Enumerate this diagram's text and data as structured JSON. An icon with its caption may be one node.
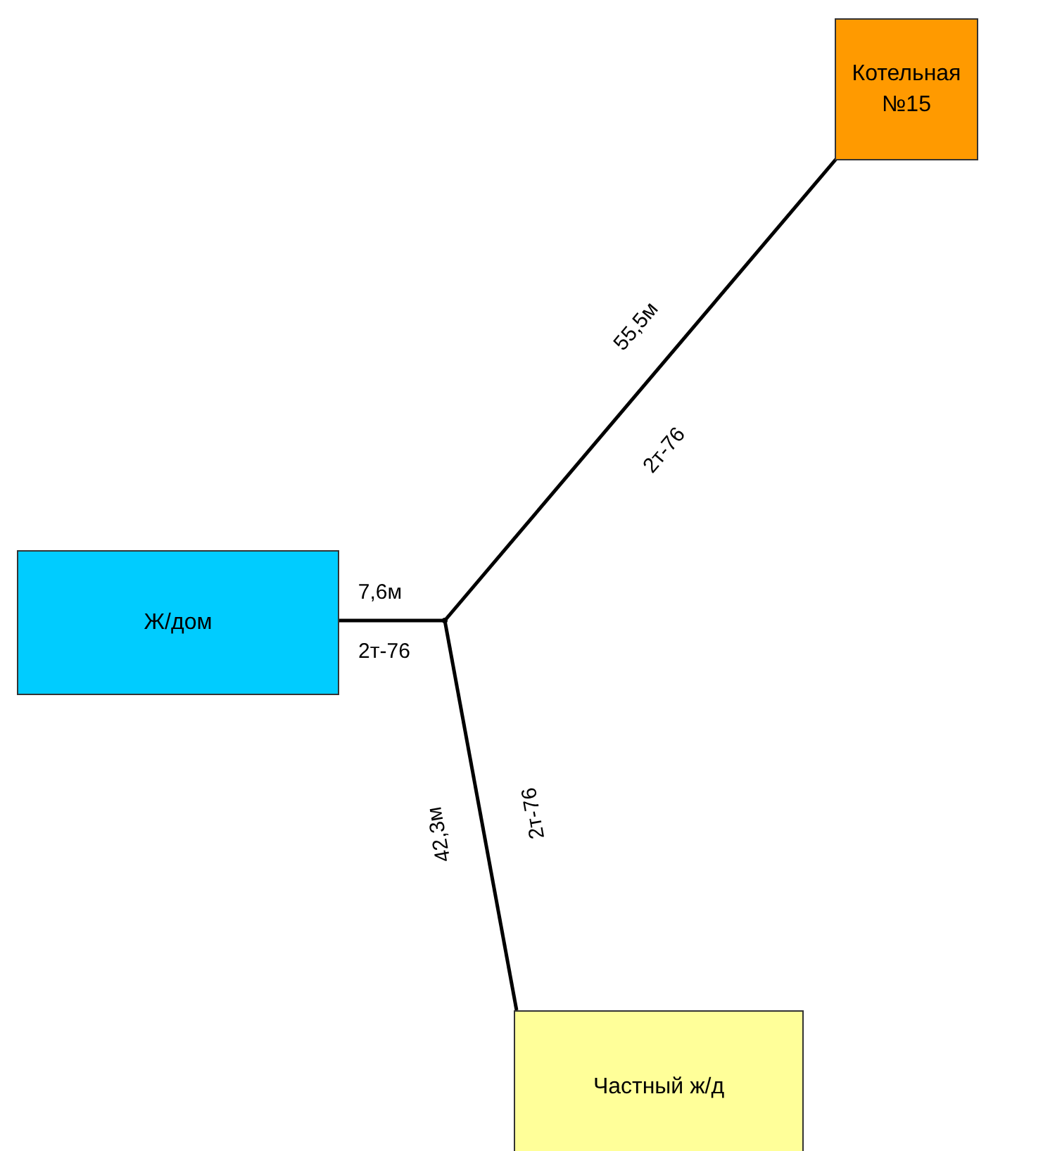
{
  "diagram": {
    "nodes": [
      {
        "text": [
          "Котельная №15"
        ]
      },
      {
        "text": [
          "Ж/дом"
        ]
      },
      {
        "text": [
          "Частный ж/д"
        ]
      },
      {
        "text": [],
        "shape": "point"
      }
    ],
    "edges": [
      {
        "from": 3,
        "to": 0,
        "arrow": "none"
      },
      {
        "from": 3,
        "to": 1,
        "arrow": "none"
      },
      {
        "from": 3,
        "to": 2,
        "arrow": "none"
      }
    ],
    "labels": [
      "55,5м",
      "2т-76",
      "7,6м",
      "2т-76",
      "42,3м",
      "2т-76"
    ]
  }
}
